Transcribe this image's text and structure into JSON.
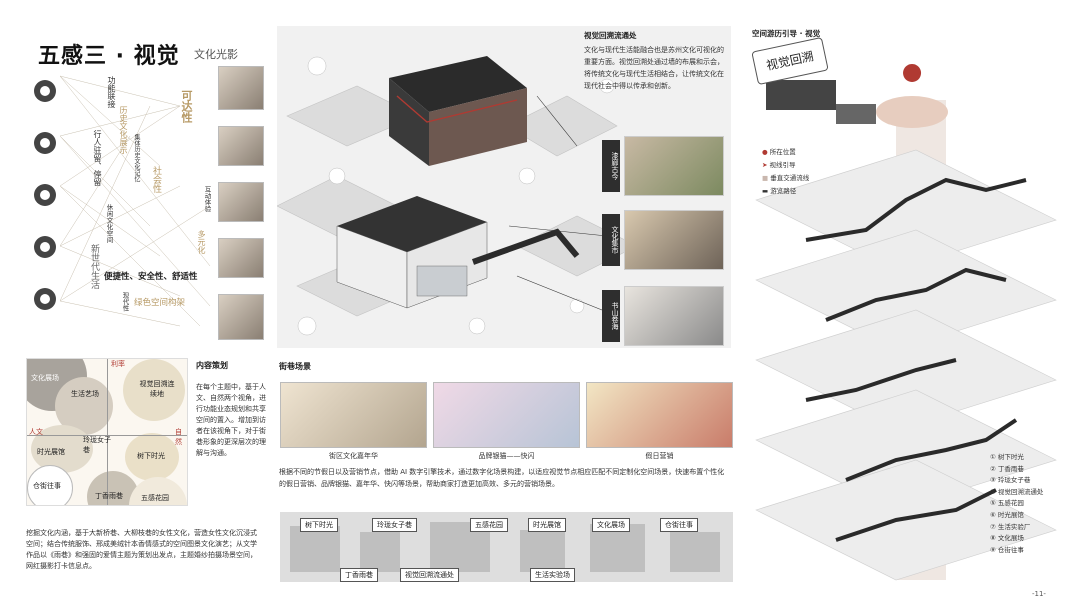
{
  "left": {
    "title": "五感三 · 视觉",
    "subtitle": "文化光影",
    "gold_labels": [
      "可达性",
      "历史文化展示",
      "社会性",
      "多元化",
      "绿色空间构架"
    ],
    "net_labels": [
      "功能联接",
      "行人驻留、停留",
      "集体历史文化记忆",
      "休闲文化空间",
      "互动体验",
      "新世代生活",
      "便捷性、安全性、舒适性",
      "现代性"
    ],
    "matrix": {
      "axis_top": "利率",
      "axis_left": "人文",
      "axis_right": "自然",
      "bubbles": [
        "文化展场",
        "生活艺场",
        "视觉回溯连续地",
        "时光展馆",
        "玲珑女子巷",
        "树下时光",
        "仓街往事",
        "丁香雨巷",
        "五感花园"
      ]
    },
    "content_head": "内容策划",
    "content_body": "在每个主题中，基于人文、自然两个视角，进行功能业态规划和共享空间的置入。增加到访者在该视角下，对于街巷形象的更深层次的理解与沟通。",
    "paragraph": "挖掘文化内涵，基于大新桥巷、大柳枝巷的女性文化，营造女性文化沉浸式空间；结合传统服饰、邢成美绒针本香情感式的空间图景文化演艺；从文学作品以《雨巷》和强固的爱情主题为策划出发点，主题婚纱拍摄场景空间，网红摄影打卡信息点。"
  },
  "center": {
    "viz_title": "视觉回溯流通处",
    "viz_body": "文化与现代生活能融合也是苏州文化可视化的重要方面。视觉回溯处通过墙的布展和示会，将传统文化与现代生活相结合，让传统文化在现代社会中得以传承和创新。",
    "tags": [
      "漆廊古今",
      "文化集市",
      "书山卷海"
    ],
    "street_title": "街巷场景",
    "scenes": [
      "街区文化嘉年华",
      "品牌银猫——快闪",
      "假日营销"
    ],
    "street_desc": "根据不同的节假日以及营销节点，借助 AI 数字引擎技术，通过数字化场景构建，以适应视觉节点相应匹配不同定制化空间场景，快速布置个性化的假日营销、品牌银猫、嘉年华、快闪等场景，帮助商家打造更加高效、多元的营销场景。",
    "strip_top": [
      "树下时光",
      "玲珑女子巷",
      "五感花园",
      "时光展馆",
      "文化展场",
      "仓街往事"
    ],
    "strip_bottom": [
      "丁香雨巷",
      "视觉回溯流通处",
      "生活实验场"
    ]
  },
  "right": {
    "title": "空间游历引导 · 视觉",
    "badge": "视觉回溯",
    "legend": [
      "所在位置",
      "视线引导",
      "垂直交通流线",
      "游览路径"
    ],
    "list": [
      "① 树下时光",
      "② 丁香雨巷",
      "③ 玲珑女子巷",
      "④ 视觉回溯流通处",
      "⑤ 五感花园",
      "⑥ 时光展馆",
      "⑦ 生活实验厂",
      "⑧ 文化展场",
      "⑨ 仓街往事"
    ],
    "page": "-11-"
  },
  "colors": {
    "gold": "#b79a66",
    "dark": "#2e2e2e",
    "accent_red": "#b03a32"
  }
}
